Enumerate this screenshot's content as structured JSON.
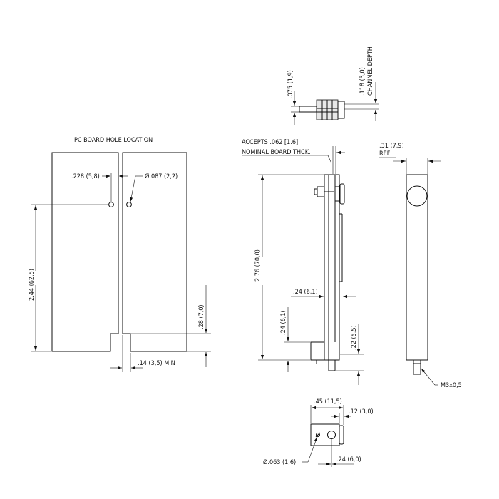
{
  "labels": {
    "pc_board_title": "PC BOARD HOLE LOCATION",
    "dim_228": ".228 (5,8)",
    "dim_087": "Ø.087 (2,2)",
    "dim_244": "2.44 (62,5)",
    "dim_28": ".28 (7,0)",
    "dim_14": ".14 (3,5) MIN",
    "dim_075": ".075 (1,9)",
    "dim_118": ".118 (3,0)",
    "channel_depth": "CHANNEL DEPTH",
    "accepts_1": "ACCEPTS .062 [1.6]",
    "accepts_2": "NOMINAL BOARD THCK.",
    "dim_276": "2.76 (70,0)",
    "dim_24_h": ".24 (6,1)",
    "dim_24_v": ".24 (6,1)",
    "dim_22": ".22 (5,5)",
    "dim_31": ".31 (7,9)",
    "ref": "REF",
    "m3": "M3x0,5",
    "dim_45": ".45 (11,5)",
    "dim_12": ".12 (3,0)",
    "dim_063": "Ø.063 (1,6)",
    "dim_24_b": ".24 (6,0)"
  }
}
